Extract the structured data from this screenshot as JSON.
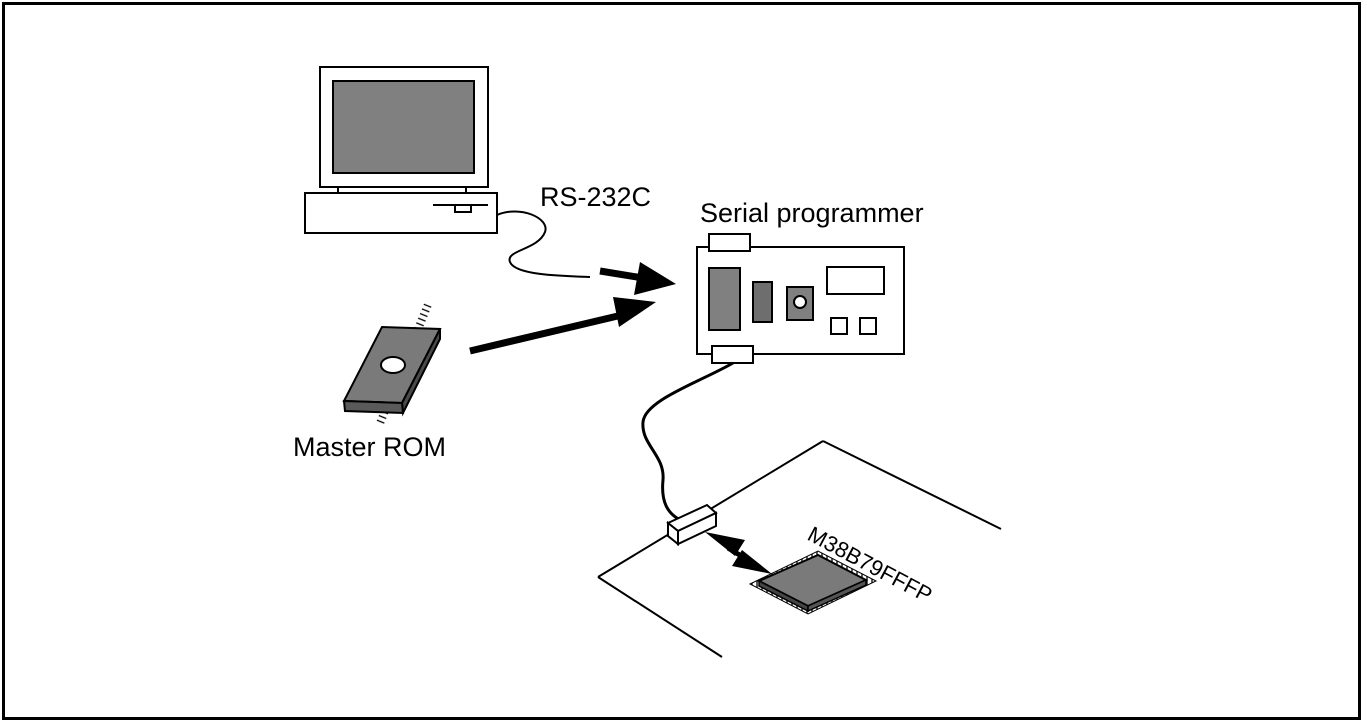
{
  "labels": {
    "rs232c": "RS-232C",
    "serial_programmer": "Serial programmer",
    "master_rom": "Master ROM",
    "chip": "M38B79FFFP"
  },
  "colors": {
    "screen": "#808080",
    "chip_body": "#7a7a7a",
    "component_dark": "#6e6e6e",
    "line": "#000000"
  },
  "icons": {
    "computer": "personal-computer-icon",
    "programmer": "serial-programmer-board-icon",
    "rom": "dip-rom-chip-icon",
    "mcu": "qfp-microcontroller-chip-icon",
    "connector": "board-connector-icon"
  }
}
